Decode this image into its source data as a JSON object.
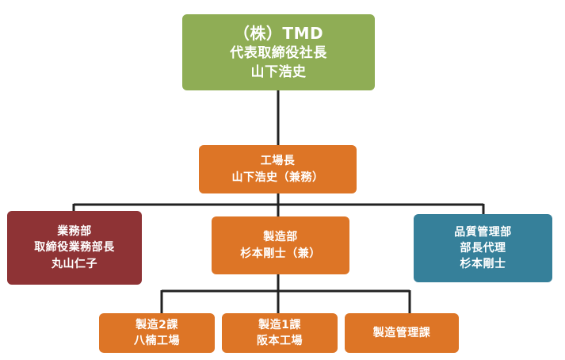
{
  "org": {
    "company": {
      "name": "（株）TMD",
      "role": "代表取締役社長",
      "person": "山下浩史"
    },
    "plant_manager": {
      "role": "工場長",
      "person": "山下浩史（兼務）"
    },
    "sales_dept": {
      "name": "業務部",
      "role": "取締役業務部長",
      "person": "丸山仁子"
    },
    "manufacturing_dept": {
      "name": "製造部",
      "person": "杉本剛士（兼）"
    },
    "quality_dept": {
      "name": "品質管理部",
      "role": "部長代理",
      "person": "杉本剛士"
    },
    "section_2": {
      "name": "製造2課",
      "site": "八楠工場"
    },
    "section_1": {
      "name": "製造1課",
      "site": "阪本工場"
    },
    "section_mgmt": {
      "name": "製造管理課"
    }
  },
  "colors": {
    "top": "#8fad55",
    "plant": "#dd7526",
    "sales": "#8e3335",
    "quality": "#36809a",
    "line": "#222222"
  }
}
